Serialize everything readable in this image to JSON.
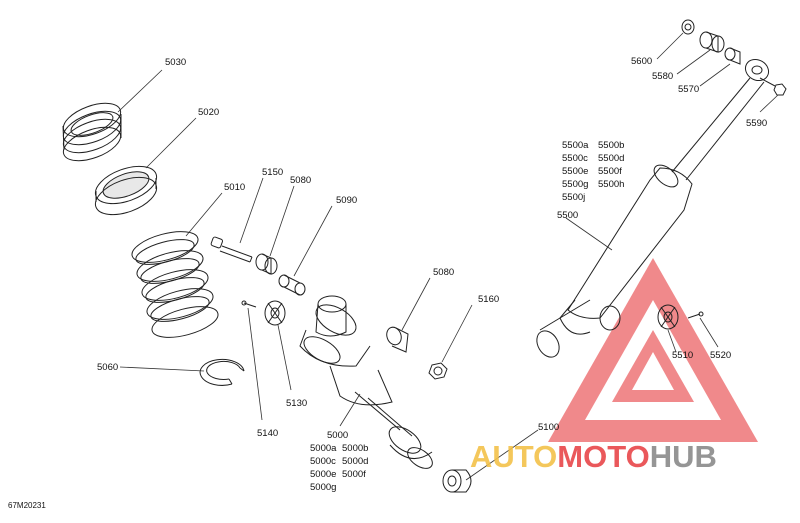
{
  "diagram": {
    "figure_code": "67M20231",
    "callouts": {
      "p5030": "5030",
      "p5020": "5020",
      "p5010": "5010",
      "p5150": "5150",
      "p5080a": "5080",
      "p5090": "5090",
      "p5080b": "5080",
      "p5160": "5160",
      "p5060": "5060",
      "p5130": "5130",
      "p5140": "5140",
      "p5000": "5000",
      "p5100": "5100",
      "p5600": "5600",
      "p5580": "5580",
      "p5570": "5570",
      "p5590": "5590",
      "p5500": "5500",
      "p5510": "5510",
      "p5520": "5520"
    },
    "variants_5000": [
      "5000a",
      "5000b",
      "5000c",
      "5000d",
      "5000e",
      "5000f",
      "5000g"
    ],
    "variants_5500": [
      "5500a",
      "5500b",
      "5500c",
      "5500d",
      "5500e",
      "5500f",
      "5500g",
      "5500h",
      "5500j"
    ]
  },
  "watermark": {
    "text_part1": "AUTO",
    "text_part2": "MOTO",
    "text_part3": "HUB",
    "color_yellow": "#f3c24a",
    "color_red": "#e8474a",
    "color_grey": "#8a8a8a"
  }
}
